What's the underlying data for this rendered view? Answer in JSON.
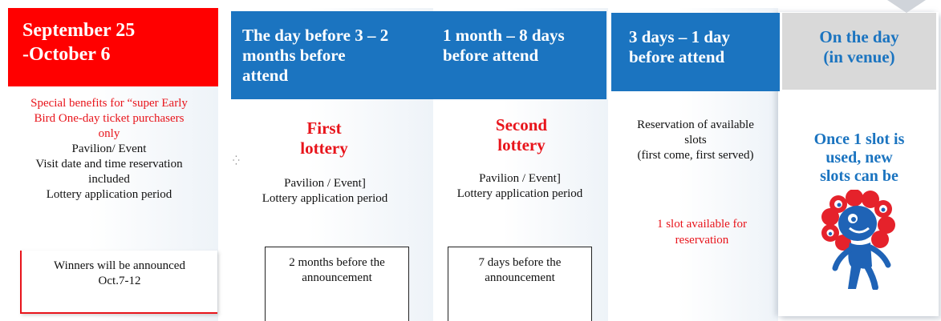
{
  "colors": {
    "red": "#ff0000",
    "blue": "#1b74c0",
    "grey": "#d9d9d9",
    "text_red": "#e8141b"
  },
  "columns": [
    {
      "header": [
        "September 25",
        "-October 6"
      ],
      "title": "",
      "body": [
        "Pavilion/ Event",
        "Visit date and time reservation",
        "included",
        "Lottery application period"
      ],
      "note": [
        "Special benefits for “super Early",
        "Bird One-day ticket purchasers",
        "only"
      ],
      "box": [
        "Winners will be announced",
        "Oct.7-12"
      ]
    },
    {
      "header": [
        "The day before 3 – 2",
        "months before",
        "attend"
      ],
      "title": [
        "First",
        "lottery"
      ],
      "body": [
        "Pavilion / Event]",
        "Lottery application period"
      ],
      "box": [
        "2 months before the",
        "announcement"
      ]
    },
    {
      "header": [
        "1 month – 8 days",
        "before attend"
      ],
      "title": [
        "Second",
        "lottery"
      ],
      "body": [
        "Pavilion / Event]",
        "Lottery application period"
      ],
      "box": [
        "7 days before the",
        "announcement"
      ]
    },
    {
      "header": [
        "3 days – 1 day",
        "before attend"
      ],
      "body": [
        "Reservation of available",
        "slots",
        "(first come, first served)"
      ],
      "note": [
        "1 slot available for",
        "reservation"
      ]
    },
    {
      "header": [
        "On the day",
        "(in venue)"
      ],
      "title": [
        "Once 1 slot is",
        "used, new",
        "slots can be",
        "reserved"
      ]
    }
  ],
  "icons": {
    "mascot": "mascot-icon",
    "arrow": "down-arrow-icon"
  }
}
